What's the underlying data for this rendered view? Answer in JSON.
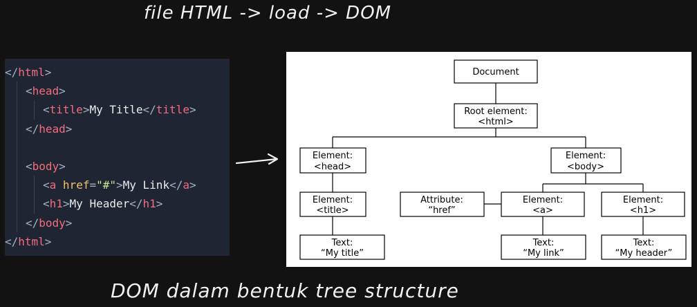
{
  "captions": {
    "top": "file HTML -> load -> DOM",
    "bottom": "DOM dalam bentuk tree structure"
  },
  "code_lines": [
    {
      "indent": 0,
      "tokens": [
        {
          "t": "</",
          "c": "punct"
        },
        {
          "t": "html",
          "c": "tag"
        },
        {
          "t": ">",
          "c": "punct"
        }
      ]
    },
    {
      "indent": 1,
      "tokens": [
        {
          "t": "<",
          "c": "punct"
        },
        {
          "t": "head",
          "c": "tag"
        },
        {
          "t": ">",
          "c": "punct"
        }
      ]
    },
    {
      "indent": 2,
      "tokens": [
        {
          "t": "<",
          "c": "punct"
        },
        {
          "t": "title",
          "c": "tag"
        },
        {
          "t": ">",
          "c": "punct"
        },
        {
          "t": "My Title",
          "c": "txt"
        },
        {
          "t": "</",
          "c": "punct"
        },
        {
          "t": "title",
          "c": "tag"
        },
        {
          "t": ">",
          "c": "punct"
        }
      ]
    },
    {
      "indent": 1,
      "tokens": [
        {
          "t": "</",
          "c": "punct"
        },
        {
          "t": "head",
          "c": "tag"
        },
        {
          "t": ">",
          "c": "punct"
        }
      ]
    },
    {
      "indent": 1,
      "tokens": []
    },
    {
      "indent": 1,
      "tokens": [
        {
          "t": "<",
          "c": "punct"
        },
        {
          "t": "body",
          "c": "tag"
        },
        {
          "t": ">",
          "c": "punct"
        }
      ]
    },
    {
      "indent": 2,
      "tokens": [
        {
          "t": "<",
          "c": "punct"
        },
        {
          "t": "a",
          "c": "tag"
        },
        {
          "t": " ",
          "c": "txt"
        },
        {
          "t": "href",
          "c": "attr"
        },
        {
          "t": "=",
          "c": "punct"
        },
        {
          "t": "\"#\"",
          "c": "str"
        },
        {
          "t": ">",
          "c": "punct"
        },
        {
          "t": "My Link",
          "c": "txt"
        },
        {
          "t": "</",
          "c": "punct"
        },
        {
          "t": "a",
          "c": "tag"
        },
        {
          "t": ">",
          "c": "punct"
        }
      ]
    },
    {
      "indent": 2,
      "tokens": [
        {
          "t": "<",
          "c": "punct"
        },
        {
          "t": "h1",
          "c": "tag"
        },
        {
          "t": ">",
          "c": "punct"
        },
        {
          "t": "My Header",
          "c": "txt"
        },
        {
          "t": "</",
          "c": "punct"
        },
        {
          "t": "h1",
          "c": "tag"
        },
        {
          "t": ">",
          "c": "punct"
        }
      ]
    },
    {
      "indent": 1,
      "tokens": [
        {
          "t": "</",
          "c": "punct"
        },
        {
          "t": "body",
          "c": "tag"
        },
        {
          "t": ">",
          "c": "punct"
        }
      ]
    },
    {
      "indent": 0,
      "tokens": [
        {
          "t": "</",
          "c": "punct"
        },
        {
          "t": "html",
          "c": "tag"
        },
        {
          "t": ">",
          "c": "punct"
        }
      ]
    }
  ],
  "colors": {
    "background": "#121212",
    "code_panel": "#1f2533",
    "tag": "#f26d7d",
    "attribute": "#f2c266",
    "string": "#c3e88d",
    "punctuation": "#9fb3c8",
    "caption": "#f2f2f2"
  },
  "tree": {
    "document": {
      "line1": "Document"
    },
    "root": {
      "line1": "Root element:",
      "line2": "<html>"
    },
    "head": {
      "line1": "Element:",
      "line2": "<head>"
    },
    "body": {
      "line1": "Element:",
      "line2": "<body>"
    },
    "title": {
      "line1": "Element:",
      "line2": "<title>"
    },
    "attribute": {
      "line1": "Attribute:",
      "line2": "“href”"
    },
    "a": {
      "line1": "Element:",
      "line2": "<a>"
    },
    "h1": {
      "line1": "Element:",
      "line2": "<h1>"
    },
    "text_title": {
      "line1": "Text:",
      "line2": "“My title”"
    },
    "text_link": {
      "line1": "Text:",
      "line2": "“My link”"
    },
    "text_header": {
      "line1": "Text:",
      "line2": "“My header”"
    }
  }
}
